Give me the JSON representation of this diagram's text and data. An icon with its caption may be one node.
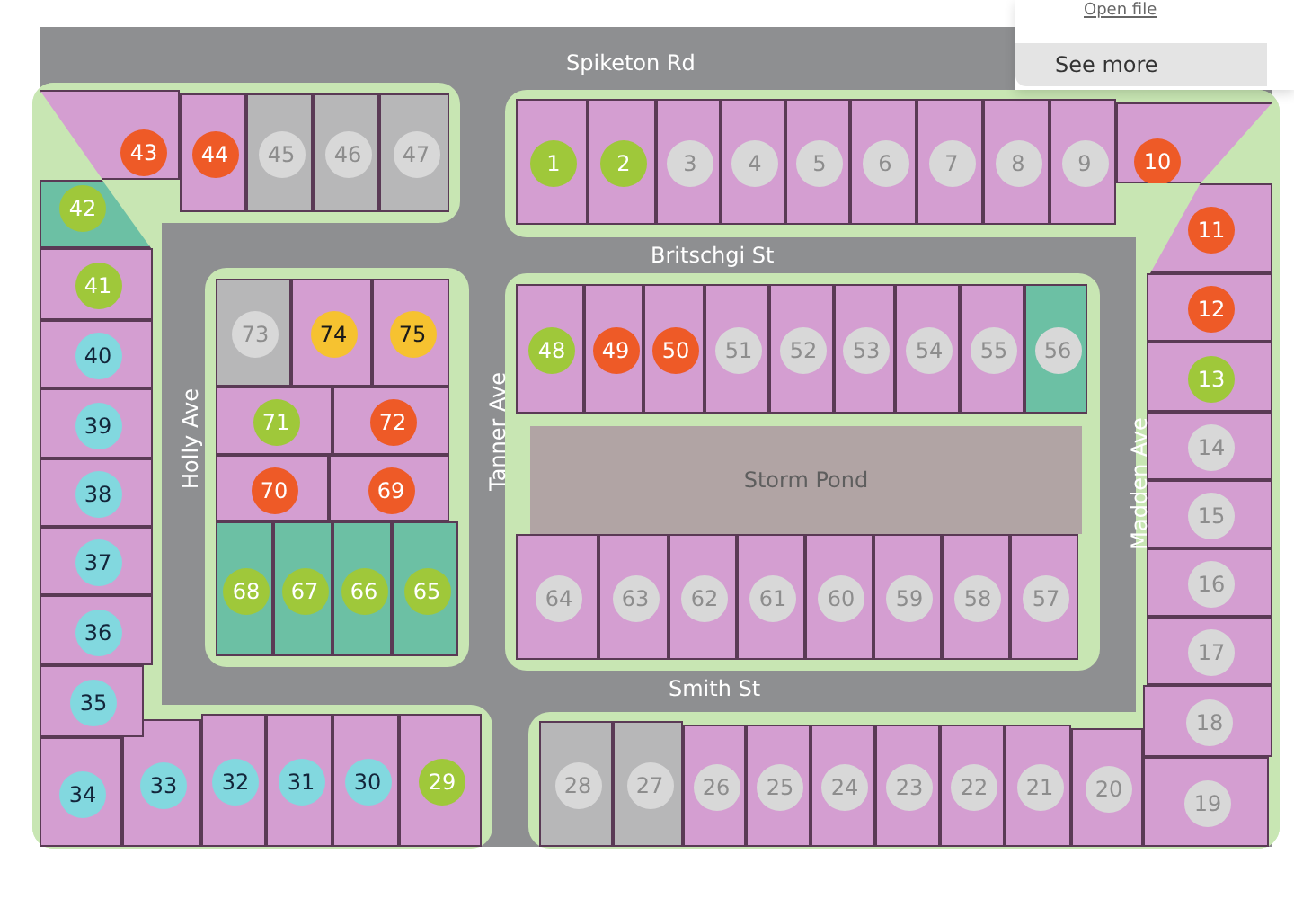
{
  "diagram": {
    "nodes": [
      {
        "text": [
          "1"
        ]
      },
      {
        "text": [
          "2"
        ]
      },
      {
        "text": [
          "3"
        ]
      },
      {
        "text": [
          "4"
        ]
      },
      {
        "text": [
          "5"
        ]
      },
      {
        "text": [
          "6"
        ]
      },
      {
        "text": [
          "7"
        ]
      },
      {
        "text": [
          "8"
        ]
      },
      {
        "text": [
          "9"
        ]
      },
      {
        "text": [
          "10"
        ]
      },
      {
        "text": [
          "11"
        ]
      },
      {
        "text": [
          "12"
        ]
      },
      {
        "text": [
          "13"
        ]
      },
      {
        "text": [
          "14"
        ]
      },
      {
        "text": [
          "15"
        ]
      },
      {
        "text": [
          "16"
        ]
      },
      {
        "text": [
          "17"
        ]
      },
      {
        "text": [
          "18"
        ]
      },
      {
        "text": [
          "19"
        ]
      },
      {
        "text": [
          "20"
        ]
      },
      {
        "text": [
          "21"
        ]
      },
      {
        "text": [
          "22"
        ]
      },
      {
        "text": [
          "23"
        ]
      },
      {
        "text": [
          "24"
        ]
      },
      {
        "text": [
          "25"
        ]
      },
      {
        "text": [
          "26"
        ]
      },
      {
        "text": [
          "27"
        ]
      },
      {
        "text": [
          "28"
        ]
      },
      {
        "text": [
          "29"
        ]
      },
      {
        "text": [
          "30"
        ]
      },
      {
        "text": [
          "31"
        ]
      },
      {
        "text": [
          "32"
        ]
      },
      {
        "text": [
          "33"
        ]
      },
      {
        "text": [
          "34"
        ]
      },
      {
        "text": [
          "35"
        ]
      },
      {
        "text": [
          "36"
        ]
      },
      {
        "text": [
          "37"
        ]
      },
      {
        "text": [
          "38"
        ]
      },
      {
        "text": [
          "39"
        ]
      },
      {
        "text": [
          "40"
        ]
      },
      {
        "text": [
          "41"
        ]
      },
      {
        "text": [
          "42"
        ]
      },
      {
        "text": [
          "43"
        ]
      },
      {
        "text": [
          "44"
        ]
      },
      {
        "text": [
          "45"
        ]
      },
      {
        "text": [
          "46"
        ]
      },
      {
        "text": [
          "47"
        ]
      },
      {
        "text": [
          "48"
        ]
      },
      {
        "text": [
          "49"
        ]
      },
      {
        "text": [
          "50"
        ]
      },
      {
        "text": [
          "51"
        ]
      },
      {
        "text": [
          "52"
        ]
      },
      {
        "text": [
          "53"
        ]
      },
      {
        "text": [
          "54"
        ]
      },
      {
        "text": [
          "55"
        ]
      },
      {
        "text": [
          "56"
        ]
      },
      {
        "text": [
          "57"
        ]
      },
      {
        "text": [
          "58"
        ]
      },
      {
        "text": [
          "59"
        ]
      },
      {
        "text": [
          "60"
        ]
      },
      {
        "text": [
          "61"
        ]
      },
      {
        "text": [
          "62"
        ]
      },
      {
        "text": [
          "63"
        ]
      },
      {
        "text": [
          "64"
        ]
      },
      {
        "text": [
          "65"
        ]
      },
      {
        "text": [
          "66"
        ]
      },
      {
        "text": [
          "67"
        ]
      },
      {
        "text": [
          "68"
        ]
      },
      {
        "text": [
          "69"
        ]
      },
      {
        "text": [
          "70"
        ]
      },
      {
        "text": [
          "71"
        ]
      },
      {
        "text": [
          "72"
        ]
      },
      {
        "text": [
          "73"
        ]
      },
      {
        "text": [
          "74"
        ]
      },
      {
        "text": [
          "75"
        ]
      },
      {
        "text": [
          "Storm Pond"
        ]
      }
    ],
    "labels": [
      "Open file",
      "See more",
      "Spiketon Rd",
      "Britschgi St",
      "Holly Ave",
      "Tanner Ave",
      "Madden Ave",
      "Smith St"
    ]
  }
}
